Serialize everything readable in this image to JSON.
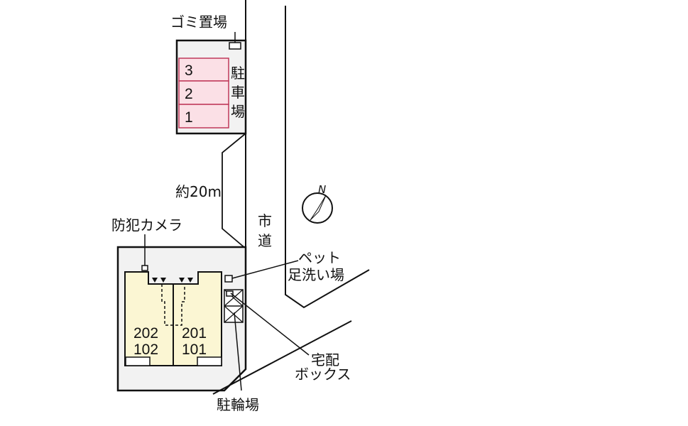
{
  "labels": {
    "garbage": "ゴミ置場",
    "parking": [
      "駐",
      "車",
      "場"
    ],
    "distance": "約20m",
    "camera": "防犯カメラ",
    "road": [
      "市",
      "道"
    ],
    "pet_wash_1": "ペット",
    "pet_wash_2": "足洗い場",
    "delivery_1": "宅配",
    "delivery_2": "ボックス",
    "bicycle": "駐輪場",
    "north": "N"
  },
  "parking_spaces": [
    "3",
    "2",
    "1"
  ],
  "units": {
    "left": [
      "202",
      "102"
    ],
    "right": [
      "201",
      "101"
    ]
  },
  "colors": {
    "parking_fill": "#fbe0e6",
    "parking_stroke": "#c0395a",
    "building_fill": "#fbf6d3",
    "lot_fill": "#f2f2f2"
  }
}
